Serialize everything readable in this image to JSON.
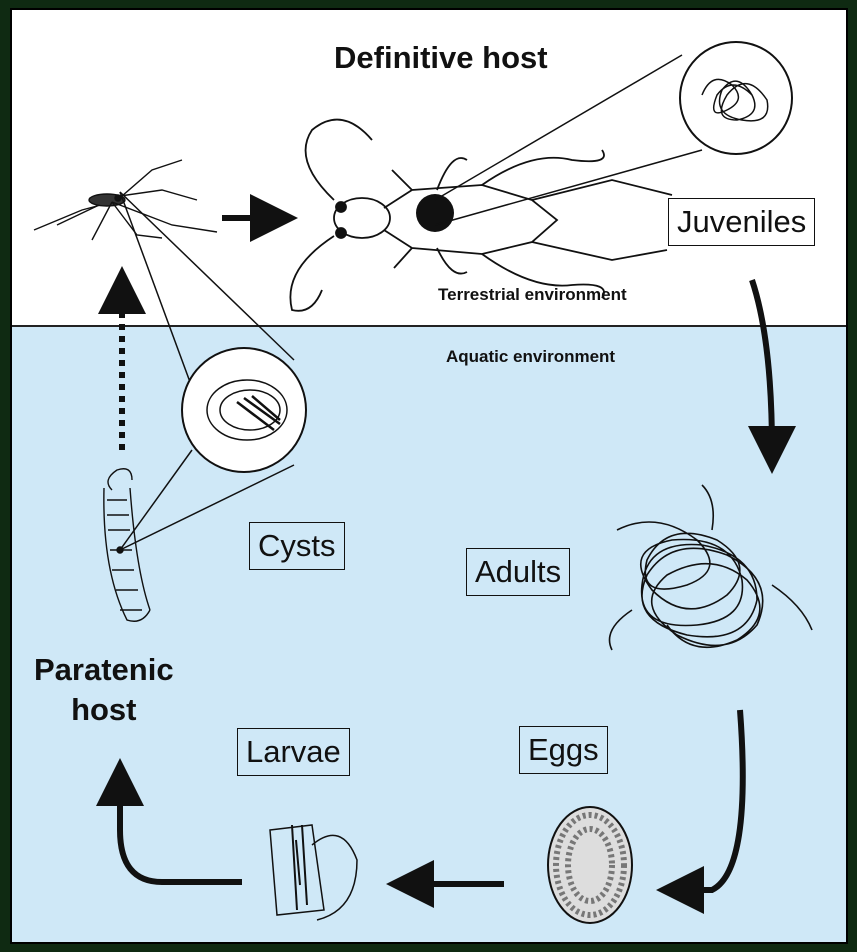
{
  "diagram": {
    "hosts": {
      "definitive": "Definitive host",
      "paratenic": "Paratenic\nhost"
    },
    "environments": {
      "terrestrial": "Terrestrial environment",
      "aquatic": "Aquatic environment"
    },
    "stages": {
      "juveniles": "Juveniles",
      "adults": "Adults",
      "eggs": "Eggs",
      "larvae": "Larvae",
      "cysts": "Cysts"
    },
    "colors": {
      "page_border": "#0f2a12",
      "terrestrial_bg": "#ffffff",
      "aquatic_bg": "#cfe8f7",
      "ink": "#111111"
    }
  }
}
